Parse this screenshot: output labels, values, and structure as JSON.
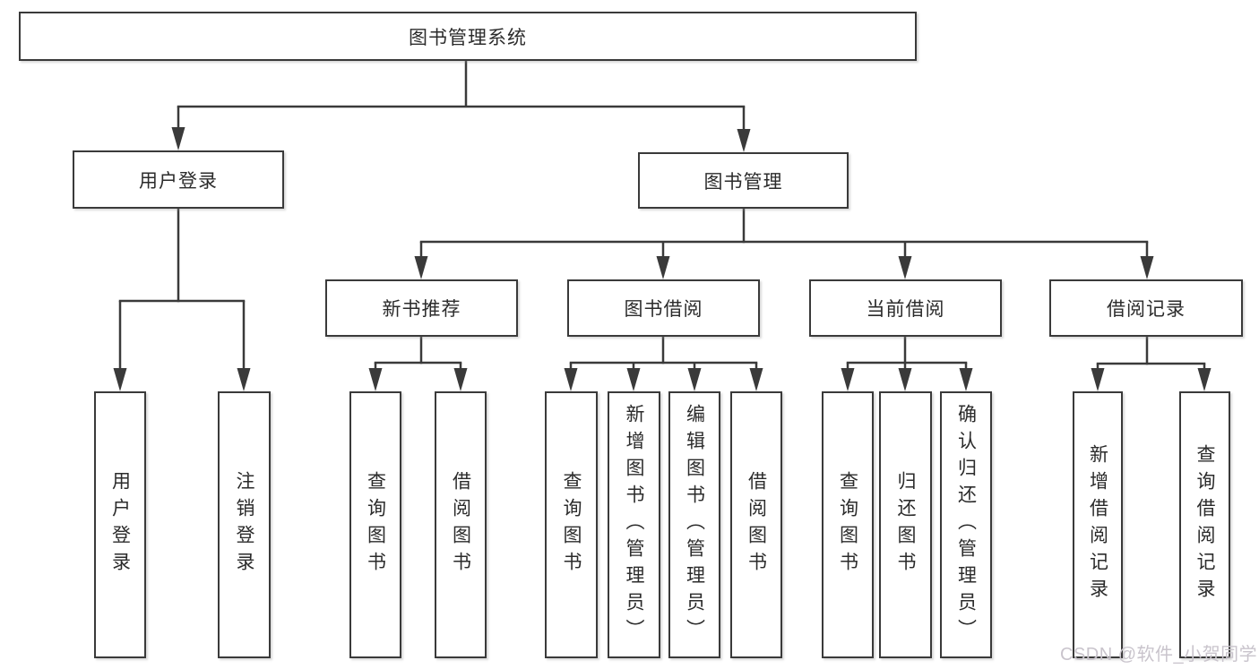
{
  "diagram": {
    "type": "tree",
    "root": {
      "label": "图书管理系统",
      "children": [
        {
          "label": "用户登录",
          "children": [
            {
              "label": "用户登录"
            },
            {
              "label": "注销登录"
            }
          ]
        },
        {
          "label": "图书管理",
          "children": [
            {
              "label": "新书推荐",
              "children": [
                {
                  "label": "查询图书"
                },
                {
                  "label": "借阅图书"
                }
              ]
            },
            {
              "label": "图书借阅",
              "children": [
                {
                  "label": "查询图书"
                },
                {
                  "label": "新增图书（管理员）"
                },
                {
                  "label": "编辑图书（管理员）"
                },
                {
                  "label": "借阅图书"
                }
              ]
            },
            {
              "label": "当前借阅",
              "children": [
                {
                  "label": "查询图书"
                },
                {
                  "label": "归还图书"
                },
                {
                  "label": "确认归还（管理员）"
                }
              ]
            },
            {
              "label": "借阅记录",
              "children": [
                {
                  "label": "新增借阅记录"
                },
                {
                  "label": "查询借阅记录"
                }
              ]
            }
          ]
        }
      ]
    },
    "colors": {
      "line": "#3a3a3a",
      "text": "#2b2b2b",
      "background": "#ffffff",
      "watermark": "#c9c4cc"
    }
  },
  "watermark": {
    "text": "CSDN @软件_小贺同学"
  }
}
